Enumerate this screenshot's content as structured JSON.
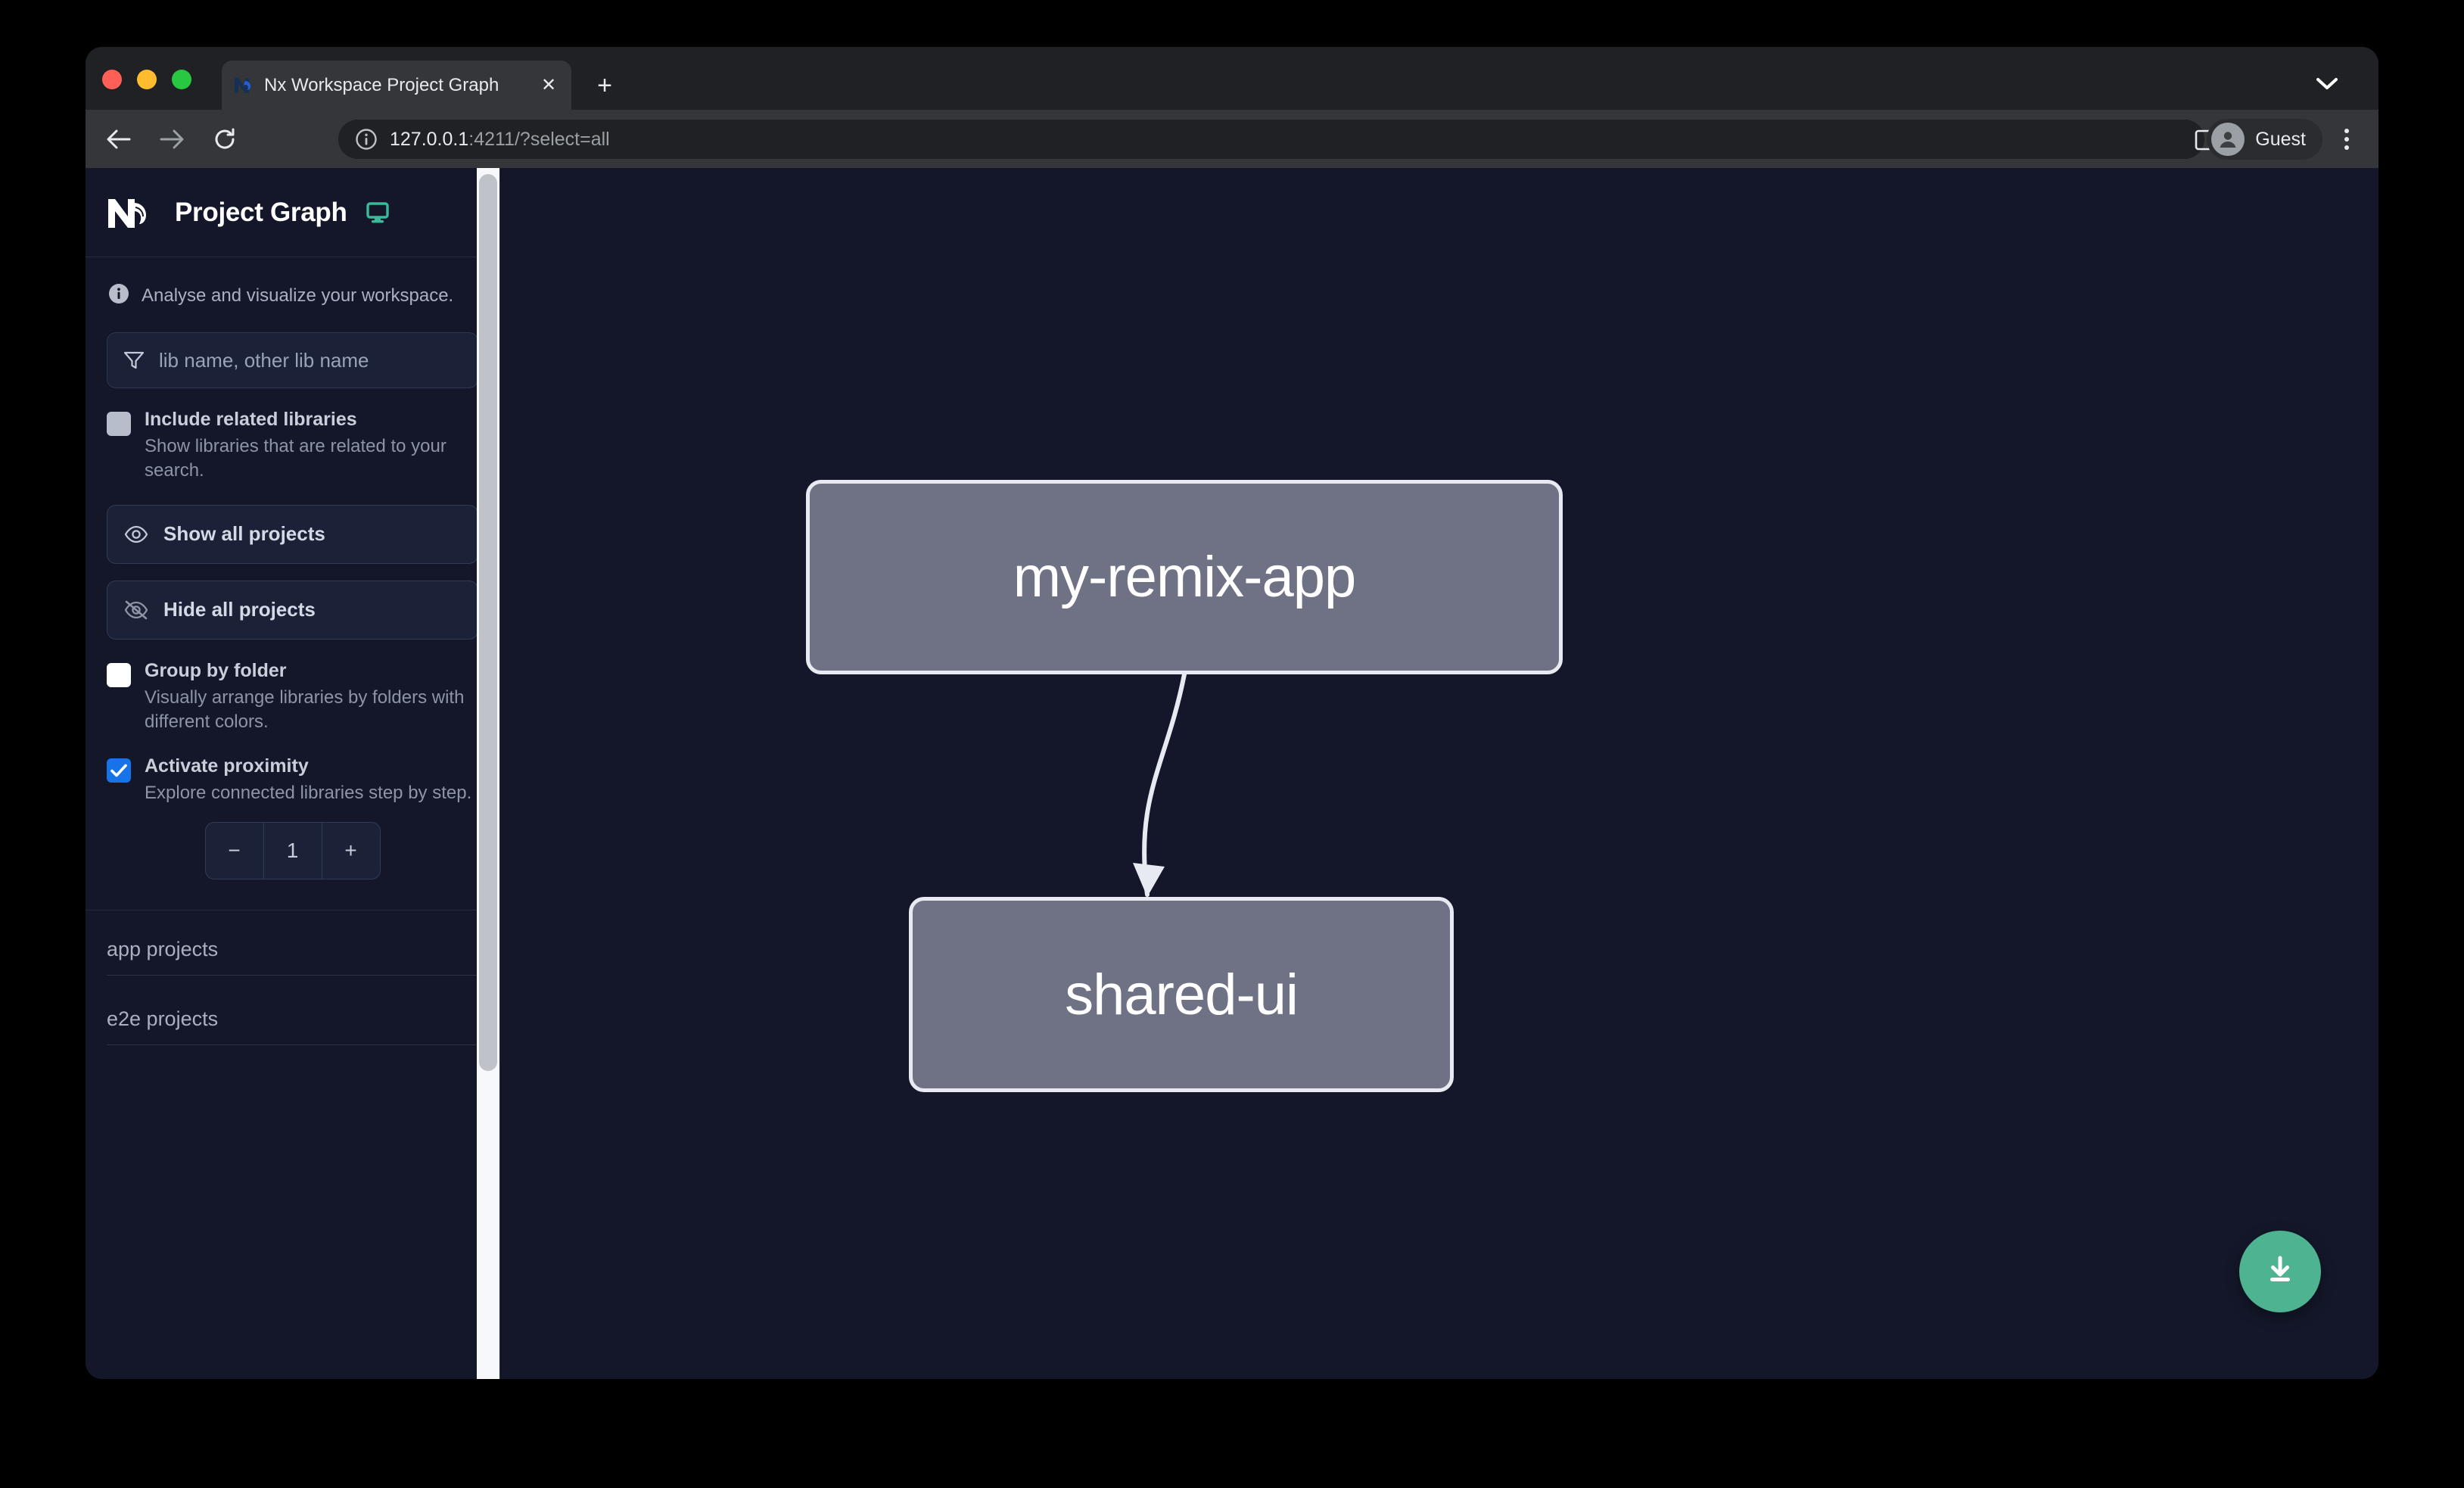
{
  "browser": {
    "tab": {
      "title": "Nx Workspace Project Graph",
      "favicon_icon": "nx-favicon-icon",
      "close_icon": "close-icon"
    },
    "new_tab_icon": "plus-icon",
    "tab_list_icon": "chevron-down-icon",
    "nav": {
      "back_icon": "arrow-left-icon",
      "forward_icon": "arrow-right-icon",
      "reload_icon": "reload-icon"
    },
    "omnibox": {
      "site_info_icon": "info-circle-icon",
      "url_host": "127.0.0.1",
      "url_rest": ":4211/?select=all",
      "url_full": "127.0.0.1:4211/?select=all"
    },
    "side_panel_icon": "side-panel-icon",
    "profile": {
      "label": "Guest",
      "avatar_icon": "person-icon"
    },
    "menu_icon": "three-dots-vertical-icon"
  },
  "sidebar": {
    "logo_icon": "nx-logo-icon",
    "title": "Project Graph",
    "debugger_icon": "monitor-icon",
    "tagline_icon": "info-icon",
    "tagline": "Analyse and visualize your workspace.",
    "search": {
      "icon": "filter-icon",
      "placeholder": "lib name, other lib name",
      "value": ""
    },
    "options": [
      {
        "name": "include-related-libraries",
        "label": "Include related libraries",
        "description": "Show libraries that are related to your search.",
        "state": "filled"
      },
      {
        "name": "group-by-folder",
        "label": "Group by folder",
        "description": "Visually arrange libraries by folders with different colors.",
        "state": "empty"
      },
      {
        "name": "activate-proximity",
        "label": "Activate proximity",
        "description": "Explore connected libraries step by step.",
        "state": "checked"
      }
    ],
    "buttons": {
      "show_all": {
        "label": "Show all projects",
        "icon": "eye-icon"
      },
      "hide_all": {
        "label": "Hide all projects",
        "icon": "eye-slash-icon"
      }
    },
    "proximity_stepper": {
      "decrement_label": "−",
      "value": "1",
      "increment_label": "+"
    },
    "project_groups": [
      {
        "label": "app projects"
      },
      {
        "label": "e2e projects"
      }
    ],
    "scrollbar": {
      "name": "sidebar-scrollbar"
    }
  },
  "graph": {
    "nodes": [
      {
        "id": "my-remix-app",
        "label": "my-remix-app"
      },
      {
        "id": "shared-ui",
        "label": "shared-ui"
      }
    ],
    "edges": [
      {
        "from": "my-remix-app",
        "to": "shared-ui"
      }
    ],
    "download_button": {
      "icon": "download-icon",
      "color": "#4db391"
    }
  },
  "colors": {
    "canvas_bg": "#131729",
    "sidebar_bg": "#131729",
    "node_fill": "#6f7285",
    "node_border": "#e8eaf2",
    "accent_green": "#4db391",
    "checkbox_blue": "#1773e8"
  }
}
